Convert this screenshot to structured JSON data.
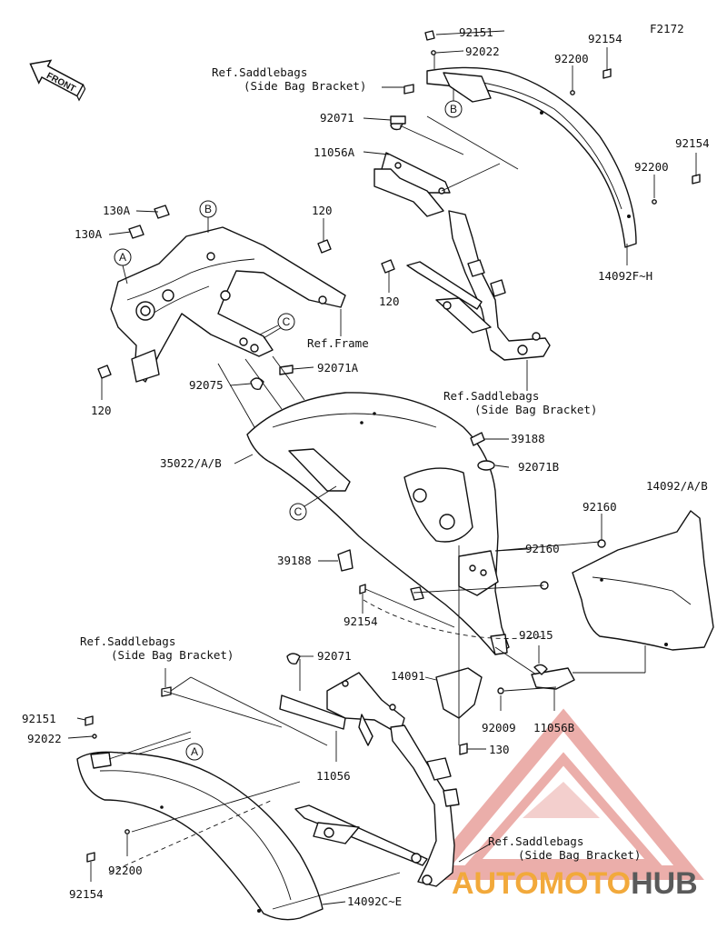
{
  "figure_code": "F2172",
  "front_label": "FRONT",
  "part_labels": {
    "p92151_top": "92151",
    "p92022_top": "92022",
    "p92154_tr": "92154",
    "p92200_tr": "92200",
    "ref_saddlebags_top_1": "Ref.Saddlebags",
    "ref_saddlebags_top_2": "(Side Bag Bracket)",
    "p92071_top": "92071",
    "p11056A": "11056A",
    "p92154_r": "92154",
    "p92200_r": "92200",
    "p14092FH": "14092F~H",
    "p130A_1": "130A",
    "p130A_2": "130A",
    "p120_top": "120",
    "p120_mid": "120",
    "ref_frame": "Ref.Frame",
    "p120_left": "120",
    "p92071A": "92071A",
    "p92075": "92075",
    "ref_saddlebags_mid_1": "Ref.Saddlebags",
    "ref_saddlebags_mid_2": "(Side Bag Bracket)",
    "p39188_r": "39188",
    "p35022": "35022/A/B",
    "p92071B": "92071B",
    "p14092AB": "14092/A/B",
    "p92160_a": "92160",
    "p92160_b": "92160",
    "p39188_l": "39188",
    "p92154_m": "92154",
    "p92015": "92015",
    "p14091": "14091",
    "p92009": "92009",
    "p11056B": "11056B",
    "p130": "130",
    "ref_saddlebags_bl_1": "Ref.Saddlebags",
    "ref_saddlebags_bl_2": "(Side Bag Bracket)",
    "p92071_b": "92071",
    "p92151_b": "92151",
    "p92022_b": "92022",
    "p11056": "11056",
    "p92200_b": "92200",
    "p92154_b": "92154",
    "p14092CE": "14092C~E",
    "ref_saddlebags_br_1": "Ref.Saddlebags",
    "ref_saddlebags_br_2": "(Side Bag Bracket)"
  },
  "callouts": {
    "A": "A",
    "B": "B",
    "C": "C"
  },
  "watermark": {
    "part1": "AUTOMOTO",
    "part2": "HUB",
    "color_red": "#e5342e",
    "color_orange": "#f2a93b",
    "color_gray": "#5a5a5a"
  }
}
